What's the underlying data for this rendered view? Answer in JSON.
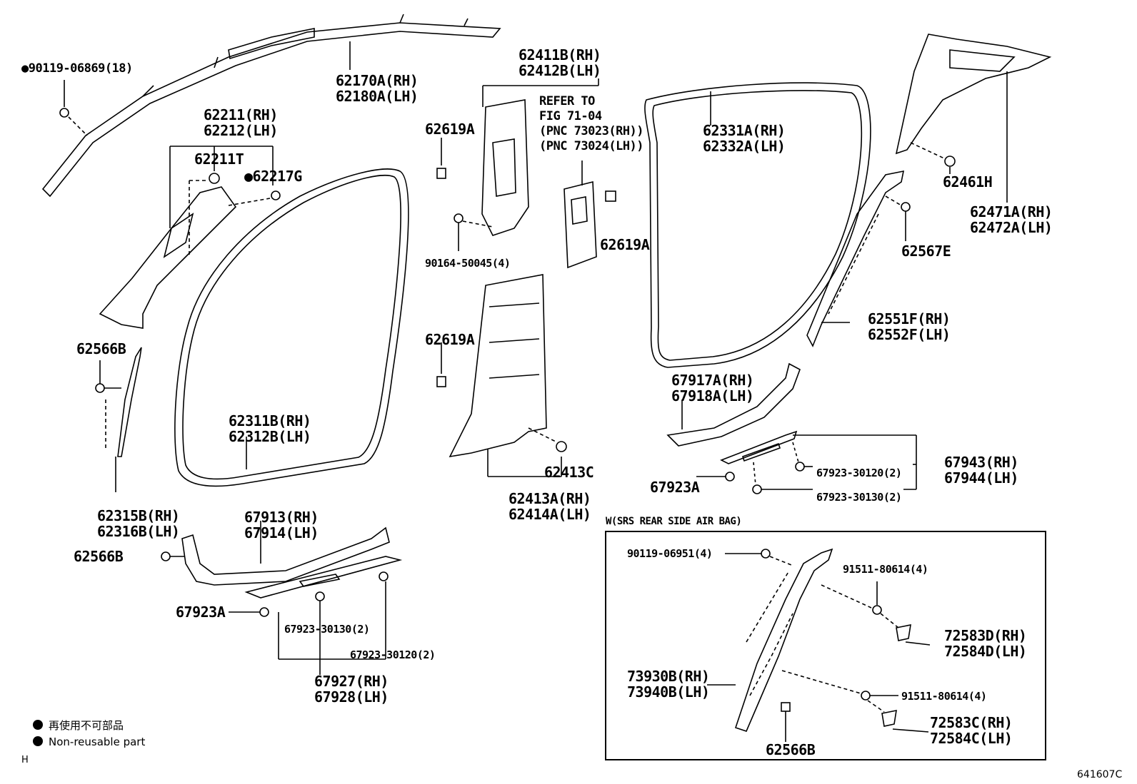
{
  "labels": {
    "p90119_06869": "90119-06869(18)",
    "p62170A_rh": "62170A(RH)",
    "p62180A_lh": "62180A(LH)",
    "p62211_rh": "62211(RH)",
    "p62212_lh": "62212(LH)",
    "p62211T": "62211T",
    "p62217G": "62217G",
    "p62566B_a": "62566B",
    "p62315B_rh": "62315B(RH)",
    "p62316B_lh": "62316B(LH)",
    "p62311B_rh": "62311B(RH)",
    "p62312B_lh": "62312B(LH)",
    "p62566B_b": "62566B",
    "p67913_rh": "67913(RH)",
    "p67914_lh": "67914(LH)",
    "p67923A_a": "67923A",
    "p67923_30130_a": "67923-30130(2)",
    "p67923_30120_a": "67923-30120(2)",
    "p67927_rh": "67927(RH)",
    "p67928_lh": "67928(LH)",
    "p62411B_rh": "62411B(RH)",
    "p62412B_lh": "62412B(LH)",
    "refer_1": "REFER TO",
    "refer_2": "FIG 71-04",
    "refer_3": "(PNC 73023(RH))",
    "refer_4": "(PNC 73024(LH))",
    "p62619A_a": "62619A",
    "p62619A_b": "62619A",
    "p62619A_c": "62619A",
    "p90164_50045": "90164-50045(4)",
    "p62413C": "62413C",
    "p62413A_rh": "62413A(RH)",
    "p62414A_lh": "62414A(LH)",
    "p62331A_rh": "62331A(RH)",
    "p62332A_lh": "62332A(LH)",
    "p62461H": "62461H",
    "p62471A_rh": "62471A(RH)",
    "p62472A_lh": "62472A(LH)",
    "p62567E": "62567E",
    "p62551F_rh": "62551F(RH)",
    "p62552F_lh": "62552F(LH)",
    "p67917A_rh": "67917A(RH)",
    "p67918A_lh": "67918A(LH)",
    "p67943_rh": "67943(RH)",
    "p67944_lh": "67944(LH)",
    "p67923_30120_b": "67923-30120(2)",
    "p67923A_b": "67923A",
    "p67923_30130_b": "67923-30130(2)",
    "srs_title": "W(SRS REAR SIDE AIR BAG)",
    "p90119_06951": "90119-06951(4)",
    "p91511_80614_a": "91511-80614(4)",
    "p72583D_rh": "72583D(RH)",
    "p72584D_lh": "72584D(LH)",
    "p73930B_rh": "73930B(RH)",
    "p73940B_lh": "73940B(LH)",
    "p91511_80614_b": "91511-80614(4)",
    "p72583C_rh": "72583C(RH)",
    "p72584C_lh": "72584C(LH)",
    "p62566B_c": "62566B"
  },
  "legend": {
    "jp": "再使用不可部品",
    "en": "Non-reusable part"
  },
  "corner_letter": "H",
  "figure_id": "641607C"
}
